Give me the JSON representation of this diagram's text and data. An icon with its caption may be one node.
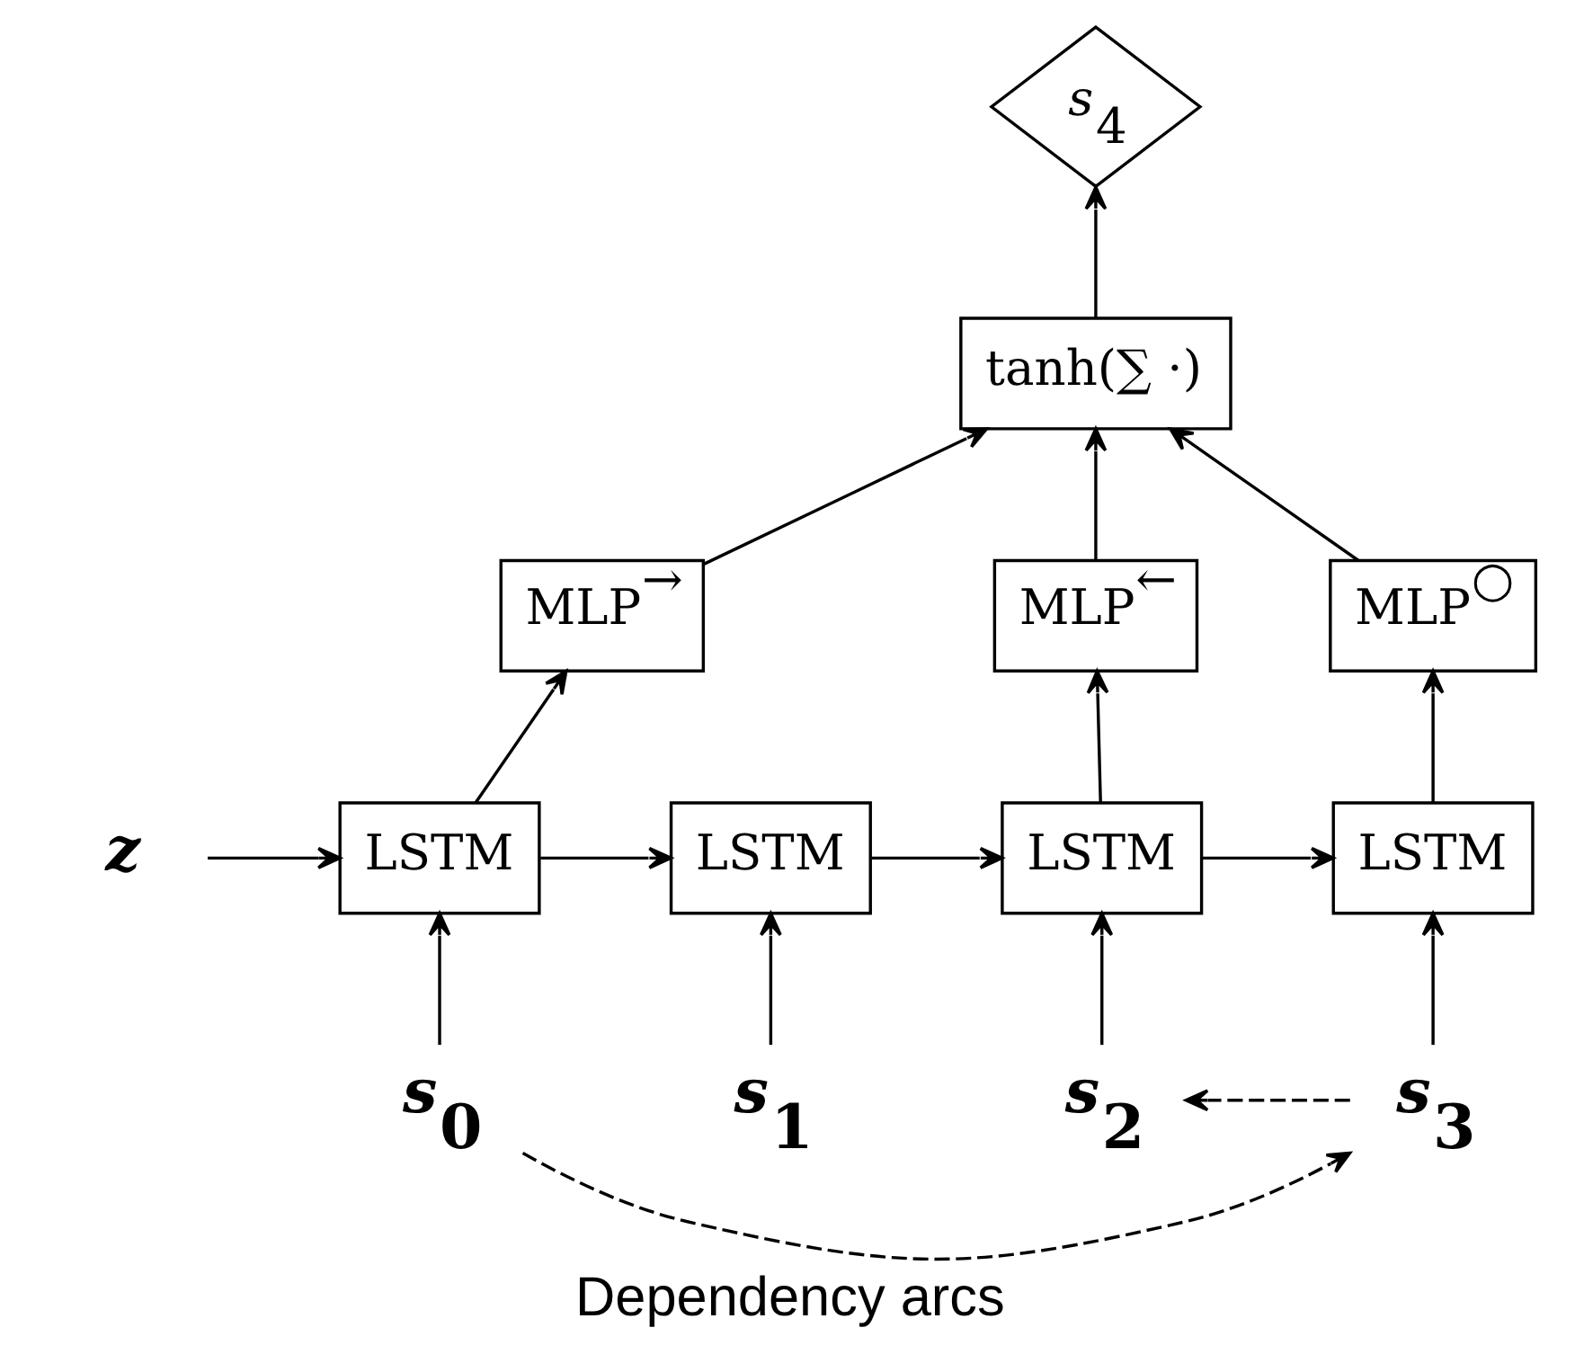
{
  "diagram": {
    "caption": "Dependency arcs",
    "nodes": [
      {
        "text": [
          "*s*$_{4}$"
        ]
      },
      {
        "text": [
          "tanh(∑ ·)"
        ]
      },
      {
        "text": [
          "MLP$^{→}$"
        ]
      },
      {
        "text": [
          "MLP$^{←}$"
        ]
      },
      {
        "text": [
          "MLP$^{○}$"
        ]
      },
      {
        "text": [
          "*z*"
        ]
      },
      {
        "text": [
          "LSTM"
        ]
      },
      {
        "text": [
          "LSTM"
        ]
      },
      {
        "text": [
          "LSTM"
        ]
      },
      {
        "text": [
          "LSTM"
        ]
      },
      {
        "text": [
          "*s*$_{0}$"
        ]
      },
      {
        "text": [
          "*s*$_{1}$"
        ]
      },
      {
        "text": [
          "*s*$_{2}$"
        ]
      },
      {
        "text": [
          "*s*$_{3}$"
        ]
      }
    ],
    "edges": [
      {
        "from": 1,
        "to": 0,
        "arrow": "to"
      },
      {
        "from": 2,
        "to": 1,
        "arrow": "to"
      },
      {
        "from": 3,
        "to": 1,
        "arrow": "to"
      },
      {
        "from": 4,
        "to": 1,
        "arrow": "to"
      },
      {
        "from": 6,
        "to": 2,
        "arrow": "to"
      },
      {
        "from": 8,
        "to": 3,
        "arrow": "to"
      },
      {
        "from": 9,
        "to": 4,
        "arrow": "to"
      },
      {
        "from": 5,
        "to": 6,
        "arrow": "to"
      },
      {
        "from": 6,
        "to": 7,
        "arrow": "to"
      },
      {
        "from": 7,
        "to": 8,
        "arrow": "to"
      },
      {
        "from": 8,
        "to": 9,
        "arrow": "to"
      },
      {
        "from": 10,
        "to": 6,
        "arrow": "to"
      },
      {
        "from": 11,
        "to": 7,
        "arrow": "to"
      },
      {
        "from": 12,
        "to": 8,
        "arrow": "to"
      },
      {
        "from": 13,
        "to": 9,
        "arrow": "to"
      },
      {
        "from": 10,
        "to": 13,
        "arrow": "to",
        "style": "dashed"
      },
      {
        "from": 13,
        "to": 12,
        "arrow": "to",
        "style": "dashed"
      }
    ]
  }
}
